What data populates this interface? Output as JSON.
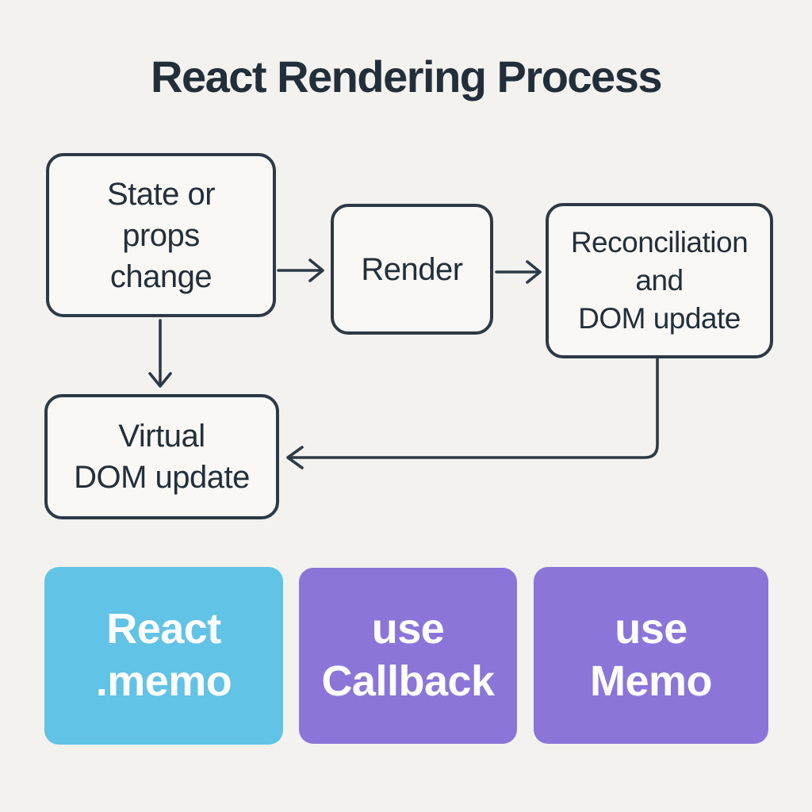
{
  "title": "React Rendering Process",
  "diagram": {
    "nodes": {
      "state": {
        "label": "State or\nprops\nchange"
      },
      "render": {
        "label": "Render"
      },
      "reconciliation": {
        "label": "Reconciliation\nand\nDOM update"
      },
      "virtual_dom": {
        "label": "Virtual\nDOM update"
      }
    },
    "edges": [
      {
        "from": "state",
        "to": "render",
        "style": "straight-right-arrow"
      },
      {
        "from": "render",
        "to": "reconciliation",
        "style": "straight-right-arrow"
      },
      {
        "from": "state",
        "to": "virtual_dom",
        "style": "straight-down-arrow"
      },
      {
        "from": "reconciliation",
        "to": "virtual_dom",
        "style": "elbow-down-left-arrow"
      }
    ]
  },
  "optimization_cards": [
    {
      "label": "React\n.memo",
      "color": "#61c3e6"
    },
    {
      "label": "use\nCallback",
      "color": "#8b75d9"
    },
    {
      "label": "use\nMemo",
      "color": "#8b75d9"
    }
  ],
  "colors": {
    "background": "#f3f2ef",
    "node_fill": "#f9f8f5",
    "stroke": "#2c3a46",
    "text": "#232f3a",
    "card_text": "#fdfdfd"
  }
}
